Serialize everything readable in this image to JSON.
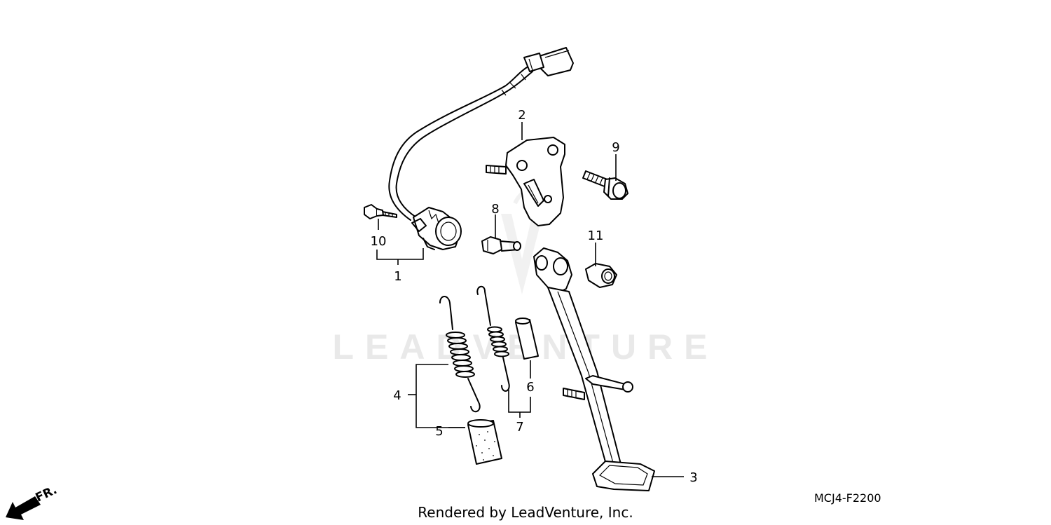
{
  "diagram": {
    "watermark": "LEADVENTURE",
    "diagram_code": "MCJ4-F2200",
    "credit": "Rendered by LeadVenture, Inc.",
    "direction_marker": "FR.",
    "callouts": {
      "c1": "1",
      "c2": "2",
      "c3": "3",
      "c4": "4",
      "c5": "5",
      "c6": "6",
      "c7": "7",
      "c8": "8",
      "c9": "9",
      "c10": "10",
      "c11": "11"
    }
  }
}
